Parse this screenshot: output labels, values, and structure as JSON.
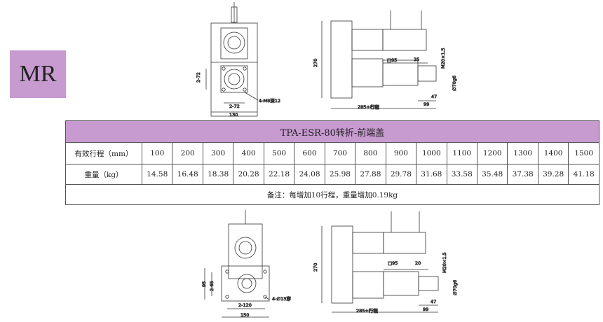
{
  "badge": {
    "label": "MR"
  },
  "table": {
    "title": "TPA-ESR-80转折-前端盖",
    "row_length": {
      "header": "有效行程（mm）",
      "values": [
        "100",
        "200",
        "300",
        "400",
        "500",
        "600",
        "700",
        "800",
        "900",
        "1000",
        "1100",
        "1200",
        "1300",
        "1400",
        "1500"
      ]
    },
    "row_weight": {
      "header": "重量（kg）",
      "values": [
        "14.58",
        "16.48",
        "18.38",
        "20.28",
        "22.18",
        "24.08",
        "25.98",
        "27.88",
        "29.78",
        "31.68",
        "33.58",
        "35.48",
        "37.38",
        "39.28",
        "41.18"
      ]
    },
    "note": "备注：每增加10行程，重量增加0.19kg"
  },
  "drawing_top": {
    "front_dims": {
      "bolt_pitch_v": "2-72",
      "bolt_pitch_h": "2-72",
      "width": "130",
      "hole": "4-M8深12"
    },
    "side_dims": {
      "height": "270",
      "square": "□95",
      "offset": "25",
      "shaft_thread": "M20×1.5",
      "shaft_dia": "∅70g6",
      "dim_47": "47",
      "dim_99": "99",
      "length": "285+行程"
    }
  },
  "drawing_bottom": {
    "front_dims": {
      "dim_95": "95",
      "bolt_pitch_v": "2-65",
      "bolt_pitch_h": "2-120",
      "width": "150",
      "hole": "4-∅13穿"
    },
    "side_dims": {
      "height": "270",
      "square": "□95",
      "offset": "20",
      "shaft_thread": "M20×1.5",
      "shaft_dia": "∅70g6",
      "dim_47": "47",
      "dim_99": "99",
      "length": "285+行程"
    }
  },
  "colors": {
    "accent": "#c79ad0"
  }
}
